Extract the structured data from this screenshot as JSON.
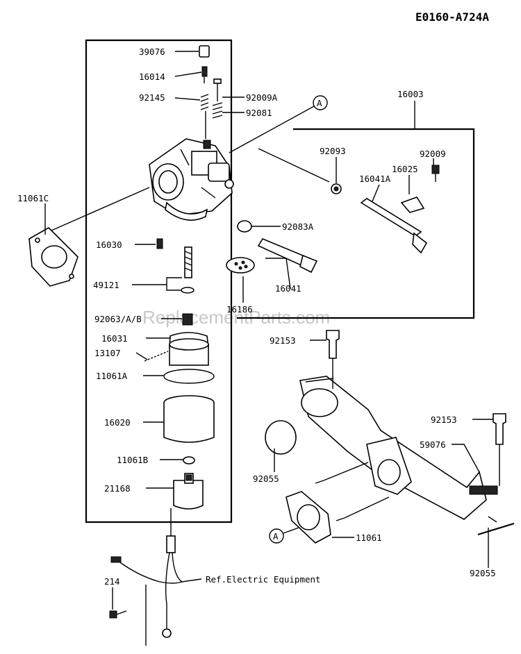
{
  "diagram_code": "E0160-A724A",
  "watermark": "ReplacementParts.com",
  "callout_marker": "A",
  "reference_note": "Ref.Electric Equipment",
  "parts": {
    "p39076": "39076",
    "p16014": "16014",
    "p92145": "92145",
    "p92009A": "92009A",
    "p92081": "92081",
    "p16003": "16003",
    "p92093": "92093",
    "p92009": "92009",
    "p16025": "16025",
    "p16041A": "16041A",
    "p11061C": "11061C",
    "p16030": "16030",
    "p92083A": "92083A",
    "p49121": "49121",
    "p16041": "16041",
    "p16186": "16186",
    "p92063AB": "92063/A/B",
    "p16031": "16031",
    "p92153a": "92153",
    "p13107": "13107",
    "p11061A": "11061A",
    "p16020": "16020",
    "p92153b": "92153",
    "p59076": "59076",
    "p11061B": "11061B",
    "p92055a": "92055",
    "p21168": "21168",
    "p11061": "11061",
    "p92055b": "92055",
    "p214": "214"
  }
}
